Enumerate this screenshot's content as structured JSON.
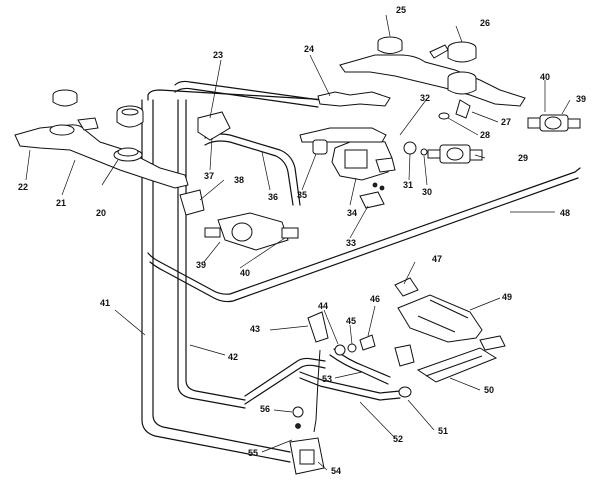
{
  "diagram": {
    "callouts": {
      "c20": "20",
      "c21": "21",
      "c22": "22",
      "c23": "23",
      "c24": "24",
      "c25": "25",
      "c26": "26",
      "c27": "27",
      "c28": "28",
      "c29": "29",
      "c30": "30",
      "c31": "31",
      "c32": "32",
      "c33": "33",
      "c34": "34",
      "c35": "35",
      "c36": "36",
      "c37": "37",
      "c38": "38",
      "c39a": "39",
      "c39b": "39",
      "c40a": "40",
      "c40b": "40",
      "c41": "41",
      "c42": "42",
      "c43": "43",
      "c44": "44",
      "c45": "45",
      "c46": "46",
      "c47": "47",
      "c48": "48",
      "c49": "49",
      "c50": "50",
      "c51": "51",
      "c52": "52",
      "c53": "53",
      "c54": "54",
      "c55": "55",
      "c56": "56"
    }
  }
}
